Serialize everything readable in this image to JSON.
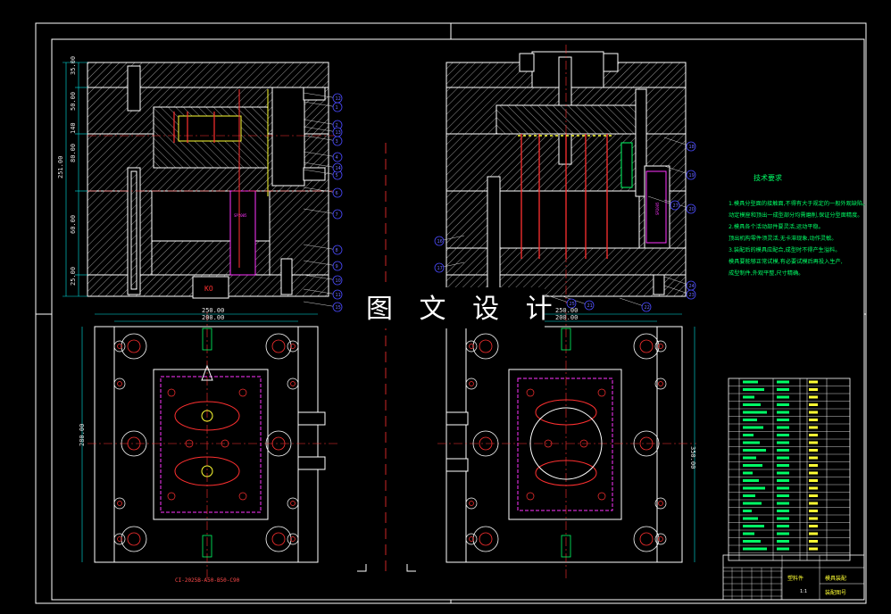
{
  "watermark": "图 文 设 计",
  "top_left_view": {
    "dims_vertical": [
      "35.00",
      "50.00",
      "140",
      "80.00",
      "251.00",
      "60.00",
      "25.00"
    ],
    "slot_label": "SP2005",
    "bottom_label": "KO",
    "callouts": [
      "1",
      "2",
      "3",
      "4",
      "5",
      "6",
      "7",
      "8",
      "9",
      "10",
      "11",
      "12",
      "13",
      "14",
      "15"
    ]
  },
  "top_right_view": {
    "slot_label": "SP2005",
    "callouts": [
      "16",
      "17",
      "18",
      "19",
      "20",
      "21",
      "22",
      "23",
      "24",
      "25",
      "26",
      "27"
    ]
  },
  "bottom_left_view": {
    "dim_top_outer": "250.00",
    "dim_top_inner": "200.00",
    "dim_left": "280.00",
    "spec_code": "CI-2025B-A50-B50-C90"
  },
  "bottom_right_view": {
    "dim_top_outer": "250.00",
    "dim_top_inner": "200.00",
    "dim_right": "350.00"
  },
  "technical_notes": {
    "title": "技术要求",
    "lines": [
      "1.模具分型面的接触面,不得有大于规定的一般外观缺陷。",
      "  动定模座和顶出一成型部分均需磨削,保证分型面精度。",
      "2.模具各个活动部件要灵活,运动平稳。",
      "  顶出机构零件须灵活,无卡滞现象,动作灵敏。",
      "3.装配后的模具应配合,成型时不得产生溢料。",
      "  模具要能够正常试模,有必要试模后再投入生产,",
      "  成型制件,外观平整,尺寸精确。"
    ]
  },
  "title_block": {
    "material": "塑料件",
    "drawing_no": "模具装配",
    "sub": "装配图号",
    "scale": "1:1"
  },
  "colors": {
    "background": "#000000",
    "outline": "#ffffff",
    "hatch": "#c8c8c8",
    "dimension": "#00e6e6",
    "part_red": "#ff3030",
    "part_yellow": "#ffff33",
    "part_green": "#00ff66",
    "part_magenta": "#ff33ff",
    "callout_blue": "#4a4aff"
  }
}
